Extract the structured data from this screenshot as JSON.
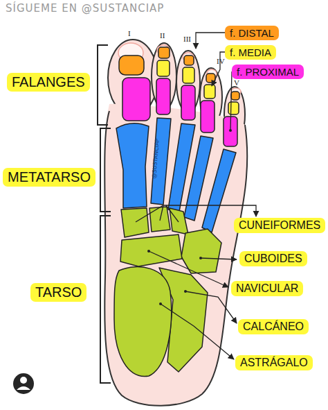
{
  "diagram": {
    "nodes": [
      {
        "text": [
          "f. DISTAL"
        ]
      },
      {
        "text": [
          "f. MEDIA"
        ]
      },
      {
        "text": [
          "f. PROXIMAL"
        ]
      },
      {
        "text": [
          "FALANGES"
        ]
      },
      {
        "text": [
          "METATARSO"
        ]
      },
      {
        "text": [
          "CUNEIFORMES"
        ]
      },
      {
        "text": [
          "CUBOIDES"
        ]
      },
      {
        "text": [
          "NAVICULAR"
        ]
      },
      {
        "text": [
          "TARSO"
        ]
      },
      {
        "text": [
          "CALCÁNEO"
        ]
      },
      {
        "text": [
          "ASTRÁGALO"
        ]
      }
    ],
    "labels": [
      "SÍGUEME EN @SUSTANCIAP",
      "I",
      "II",
      "III",
      "IV",
      "V",
      "@SUSTANCIAP"
    ]
  }
}
